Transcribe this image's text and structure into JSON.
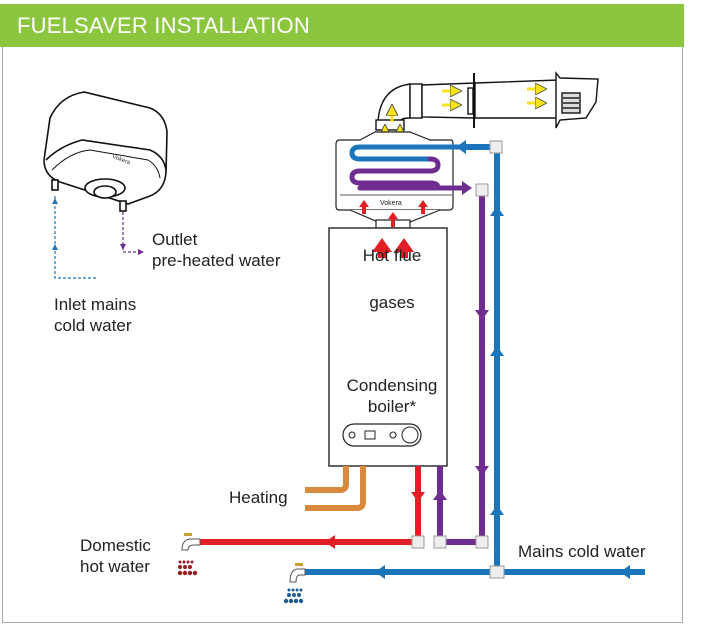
{
  "header": {
    "title": "FUELSAVER INSTALLATION"
  },
  "device": {
    "brand": "Vokera"
  },
  "labels": {
    "outlet_line1": "Outlet",
    "outlet_line2": "pre-heated water",
    "inlet_line1": "Inlet mains",
    "inlet_line2": "cold water",
    "flue_line1": "Hot flue",
    "flue_line2": "gases",
    "boiler_line1": "Condensing",
    "boiler_line2": "boiler*",
    "heating": "Heating",
    "dhw_line1": "Domestic",
    "dhw_line2": "hot water",
    "mains": "Mains cold water"
  },
  "colors": {
    "header": "#8cc63f",
    "cold": "#1b75bb",
    "hot": "#e31e25",
    "preheated": "#6f2c91",
    "heating": "#d98a3d",
    "flue": "#f7e318"
  }
}
